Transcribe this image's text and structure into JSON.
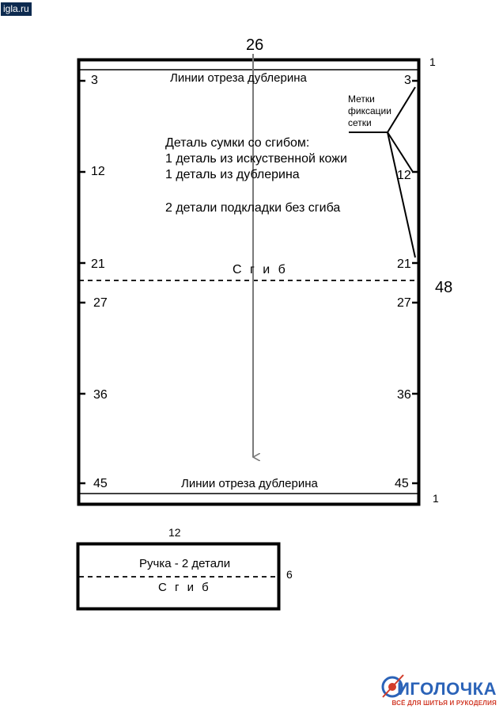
{
  "site": {
    "badge": "igla.ru"
  },
  "bag_panel": {
    "width_label": "26",
    "height_label": "48",
    "margin_top": "1",
    "margin_bottom": "1",
    "cut_line_top": "Линии отреза дублерина",
    "cut_line_bottom": "Линии отреза дублерина",
    "fold_label": "С г и б",
    "marks_left": [
      "3",
      "12",
      "21",
      "27",
      "36",
      "45"
    ],
    "marks_right": [
      "3",
      "12",
      "21",
      "27",
      "36",
      "45"
    ],
    "callout": [
      "Метки",
      "фиксации",
      "сетки"
    ],
    "description": [
      "Деталь сумки со сгибом:",
      "1 деталь из искуственной кожи",
      "1 деталь из дублерина",
      "2 детали подкладки без сгиба"
    ]
  },
  "handle_panel": {
    "width_label": "12",
    "height_label": "6",
    "title": "Ручка - 2 детали",
    "fold_label": "С г и б"
  },
  "logo": {
    "name": "ИГОЛОЧКА",
    "tagline": "ВСЁ ДЛЯ ШИТЬЯ И РУКОДЕЛИЯ"
  }
}
